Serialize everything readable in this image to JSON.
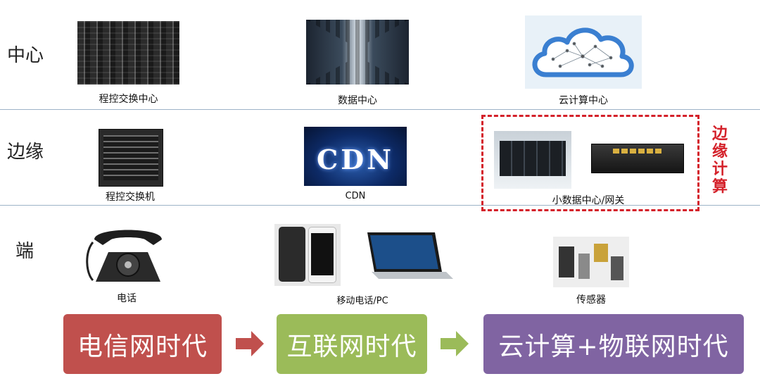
{
  "rows": {
    "center": "中心",
    "edge": "边缘",
    "end": "端"
  },
  "items": {
    "center_1": "程控交换中心",
    "center_2": "数据中心",
    "center_3": "云计算中心",
    "edge_1": "程控交换机",
    "edge_2": "CDN",
    "edge_3": "小数据中心/网关",
    "end_1": "电话",
    "end_2": "移动电话/PC",
    "end_3": "传感器"
  },
  "cdn_logo": "CDN",
  "edge_computing_label": [
    "边",
    "缘",
    "计",
    "算"
  ],
  "eras": {
    "telecom": "电信网时代",
    "internet": "互联网时代",
    "cloud_iot": "云计算+物联网时代"
  },
  "colors": {
    "telecom": "#c0504d",
    "internet": "#9bbb59",
    "cloud_iot": "#8064a2",
    "edge_highlight": "#d4212a"
  }
}
